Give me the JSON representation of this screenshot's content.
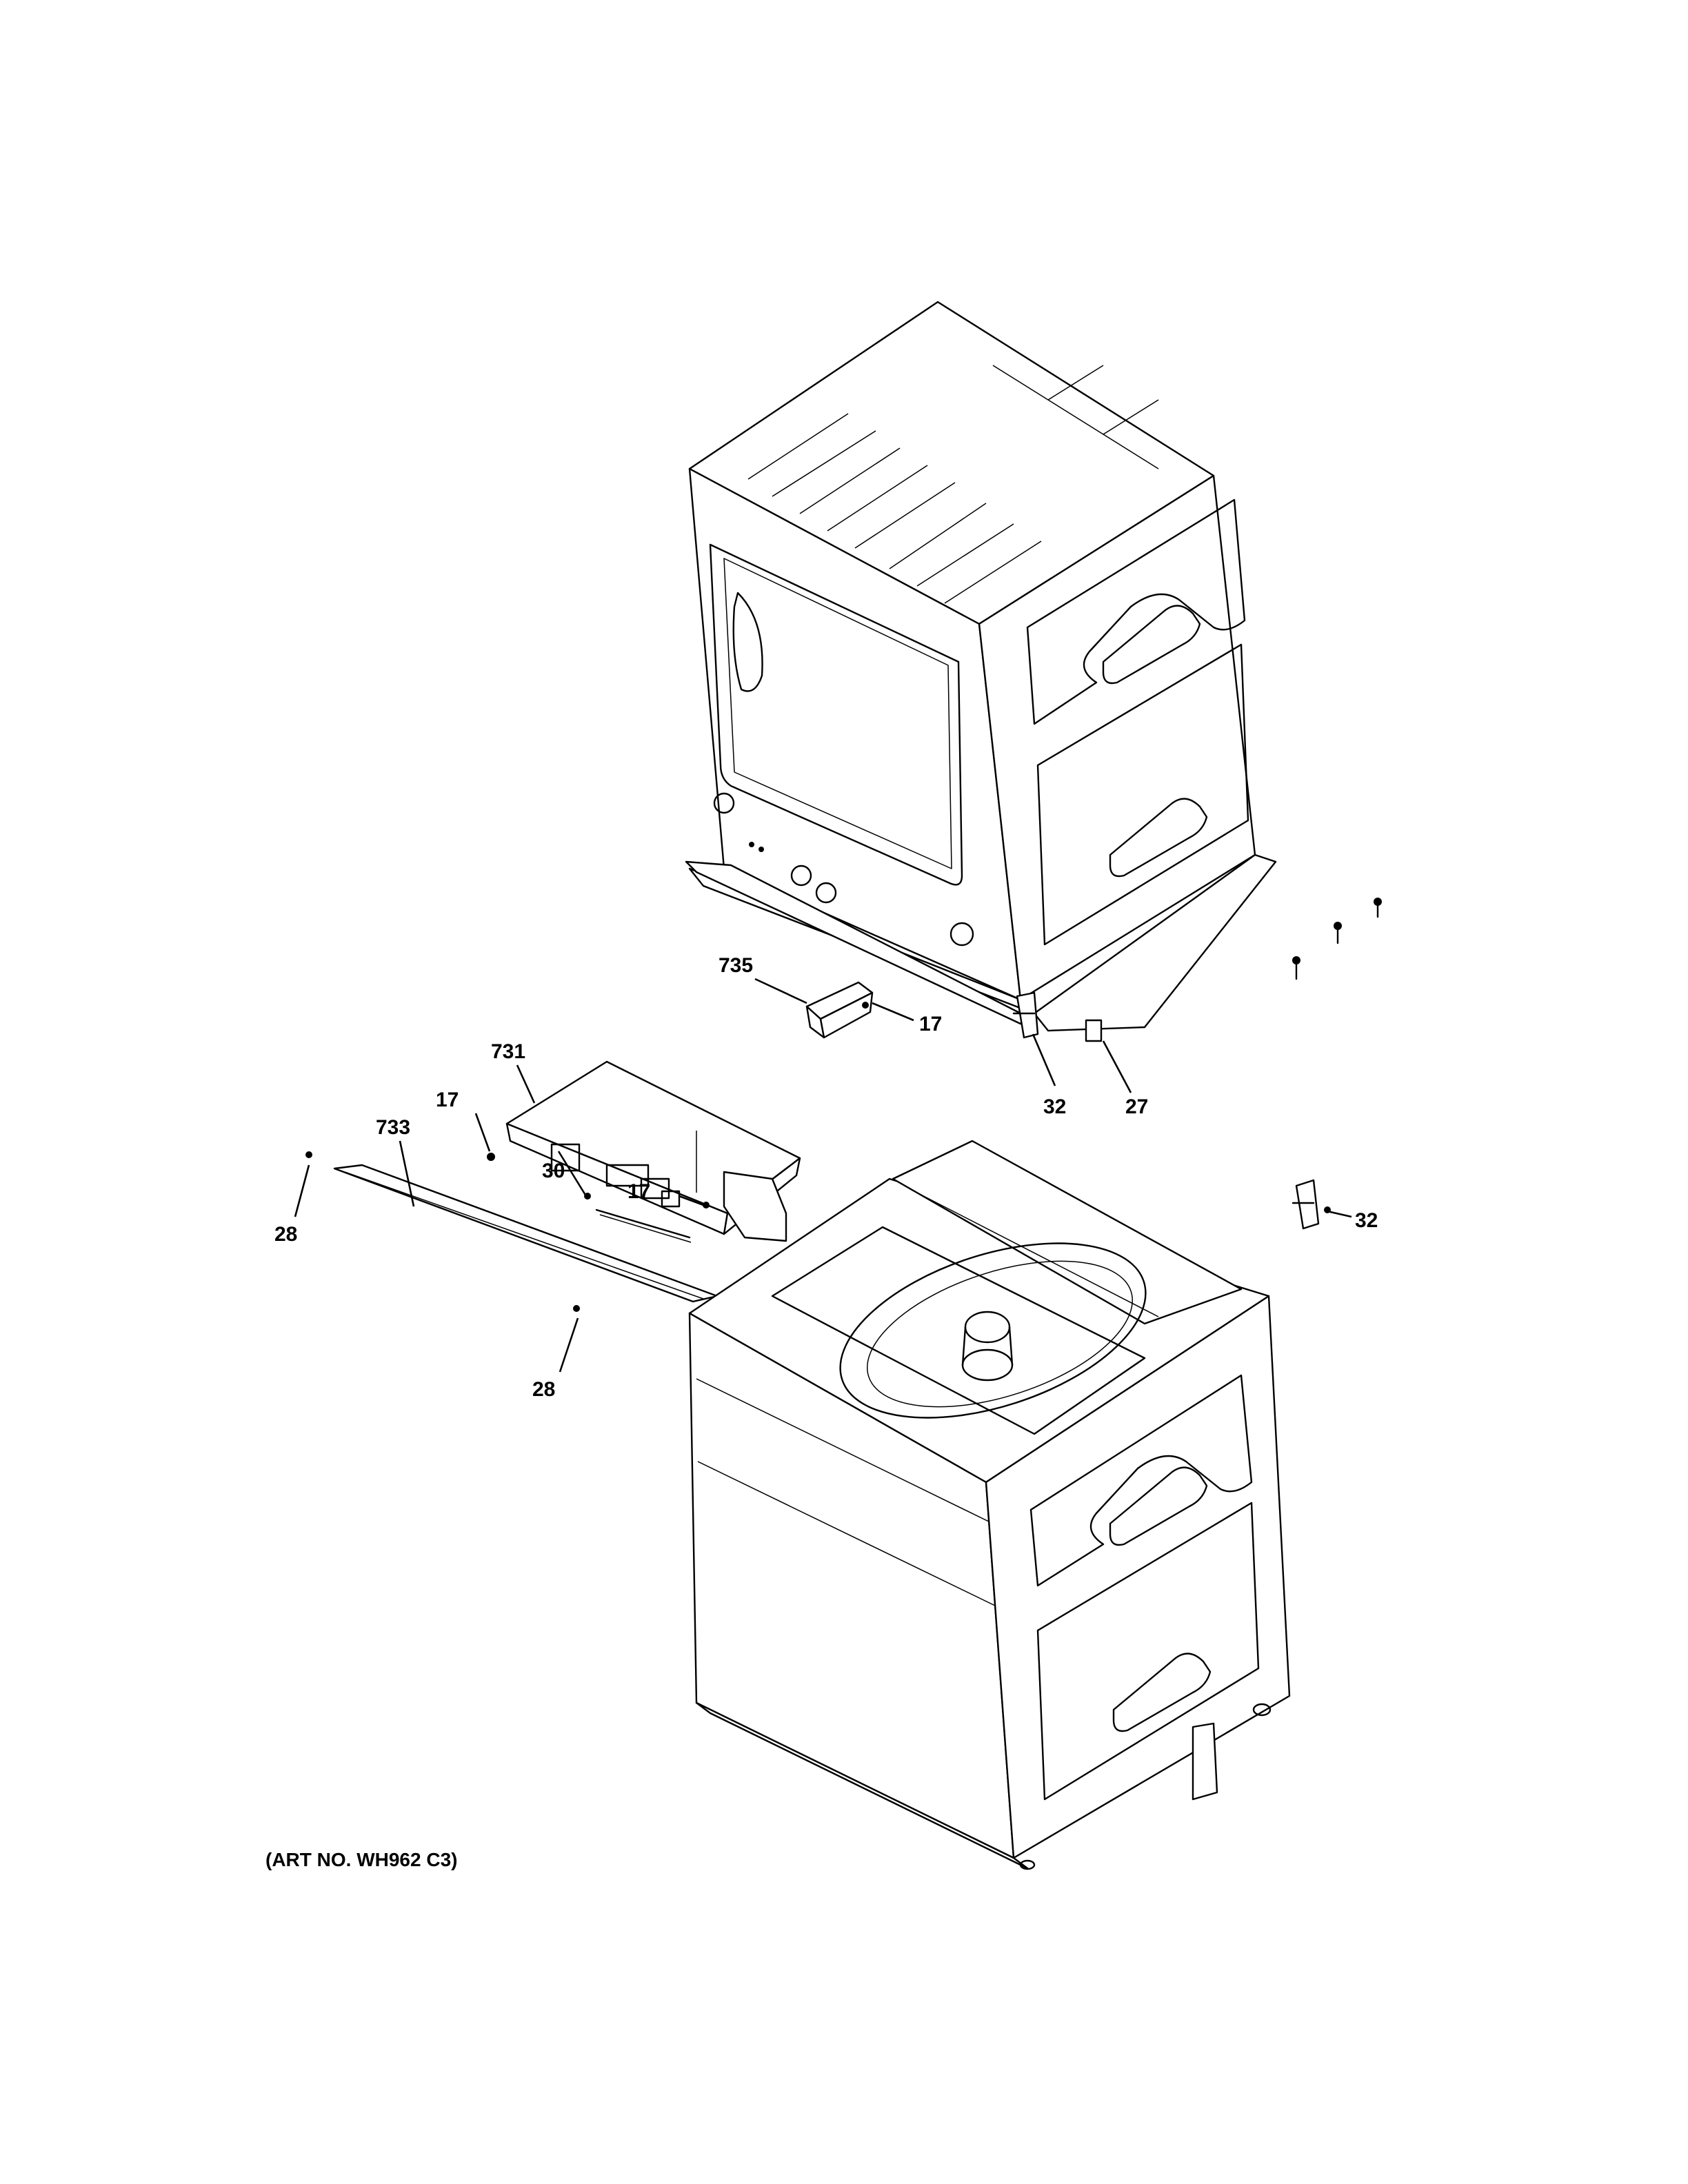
{
  "callouts": {
    "c731": "731",
    "c17a": "17",
    "c733": "733",
    "c735": "735",
    "c17b": "17",
    "c30": "30",
    "c17c": "17",
    "c32a": "32",
    "c27": "27",
    "c28a": "28",
    "c32b": "32",
    "c28b": "28"
  },
  "art_number": "(ART NO. WH962 C3)"
}
